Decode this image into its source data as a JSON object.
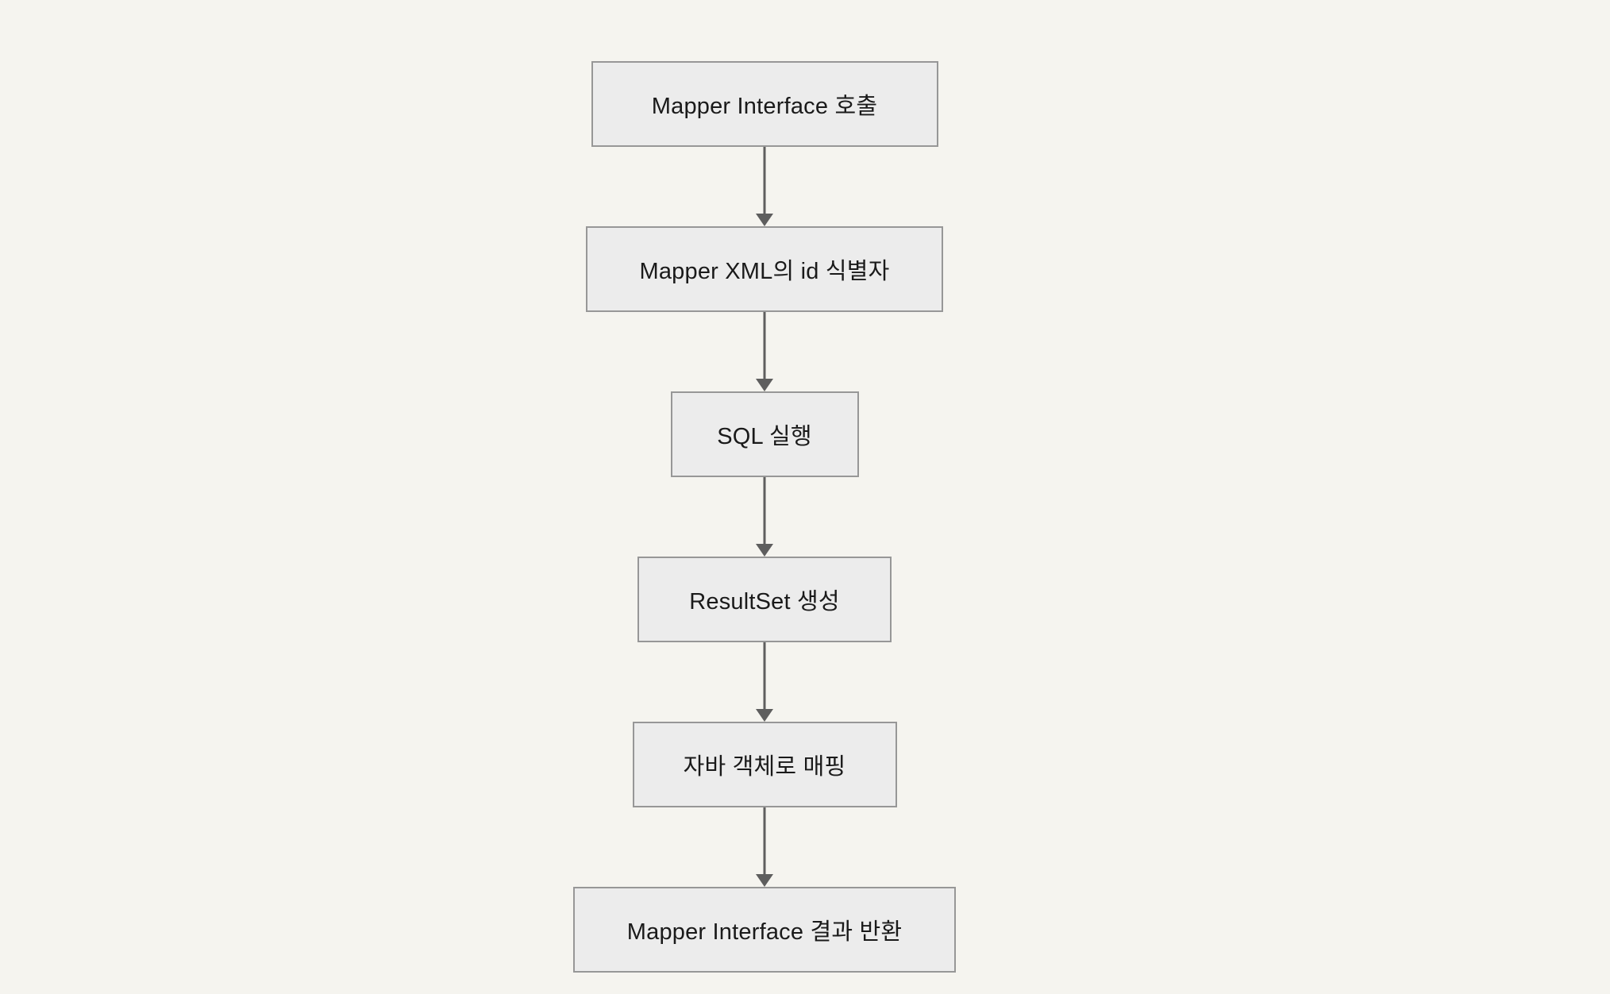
{
  "diagram": {
    "type": "flowchart",
    "direction": "top-down",
    "nodes": [
      {
        "id": "call",
        "label": "Mapper Interface 호출"
      },
      {
        "id": "xml-id",
        "label": "Mapper XML의 id 식별자"
      },
      {
        "id": "sql",
        "label": "SQL 실행"
      },
      {
        "id": "rs",
        "label": "ResultSet 생성"
      },
      {
        "id": "map",
        "label": "자바 객체로 매핑"
      },
      {
        "id": "return",
        "label": "Mapper Interface 결과 반환"
      }
    ],
    "edges": [
      {
        "from": "call",
        "to": "xml-id"
      },
      {
        "from": "xml-id",
        "to": "sql"
      },
      {
        "from": "sql",
        "to": "rs"
      },
      {
        "from": "rs",
        "to": "map"
      },
      {
        "from": "map",
        "to": "return"
      }
    ],
    "colors": {
      "background": "#f5f4ef",
      "node_fill": "#ececec",
      "node_border": "#979797",
      "node_text": "#1a1a1a",
      "arrow": "#5e5e5e"
    }
  }
}
